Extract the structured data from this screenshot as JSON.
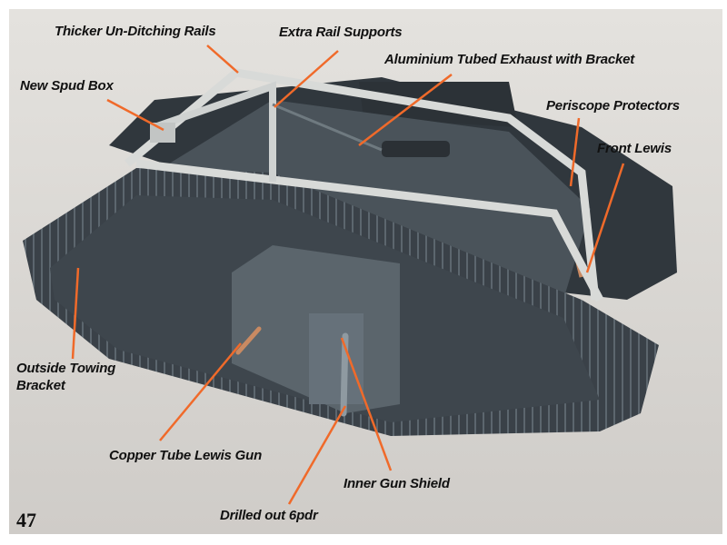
{
  "labels": {
    "rails": "Thicker Un-Ditching Rails",
    "supports": "Extra Rail Supports",
    "exhaust": "Aluminium Tubed Exhaust with Bracket",
    "spud_box": "New Spud Box",
    "periscope": "Periscope Protectors",
    "front_lewis": "Front Lewis",
    "towing_line1": "Outside Towing",
    "towing_line2": "Bracket",
    "copper_lewis": "Copper Tube Lewis Gun",
    "inner_shield": "Inner Gun Shield",
    "six_pdr": "Drilled out 6pdr"
  },
  "page_number": "47",
  "colors": {
    "leader": "#f06a2a",
    "hull": "#3d454c",
    "rails": "#d6d8d6",
    "background": "#dcdad6"
  }
}
